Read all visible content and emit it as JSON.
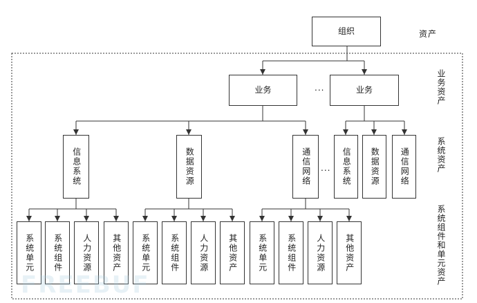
{
  "org": "组织",
  "business": [
    "业务",
    "业务"
  ],
  "systems_big": [
    "信息系统",
    "数据资源",
    "通信网络"
  ],
  "systems_small": [
    "信息系统",
    "数据资源",
    "通信网络"
  ],
  "components": [
    "系统单元",
    "系统组件",
    "人力资源",
    "其他资产"
  ],
  "ellipsis": "...",
  "ellipsis_short": "..",
  "side_labels": {
    "asset": "资产",
    "business_asset": "业务资产",
    "system_asset": "系统资产",
    "component_asset": "系统组件和单元资产"
  },
  "watermark": "FREEBUF"
}
